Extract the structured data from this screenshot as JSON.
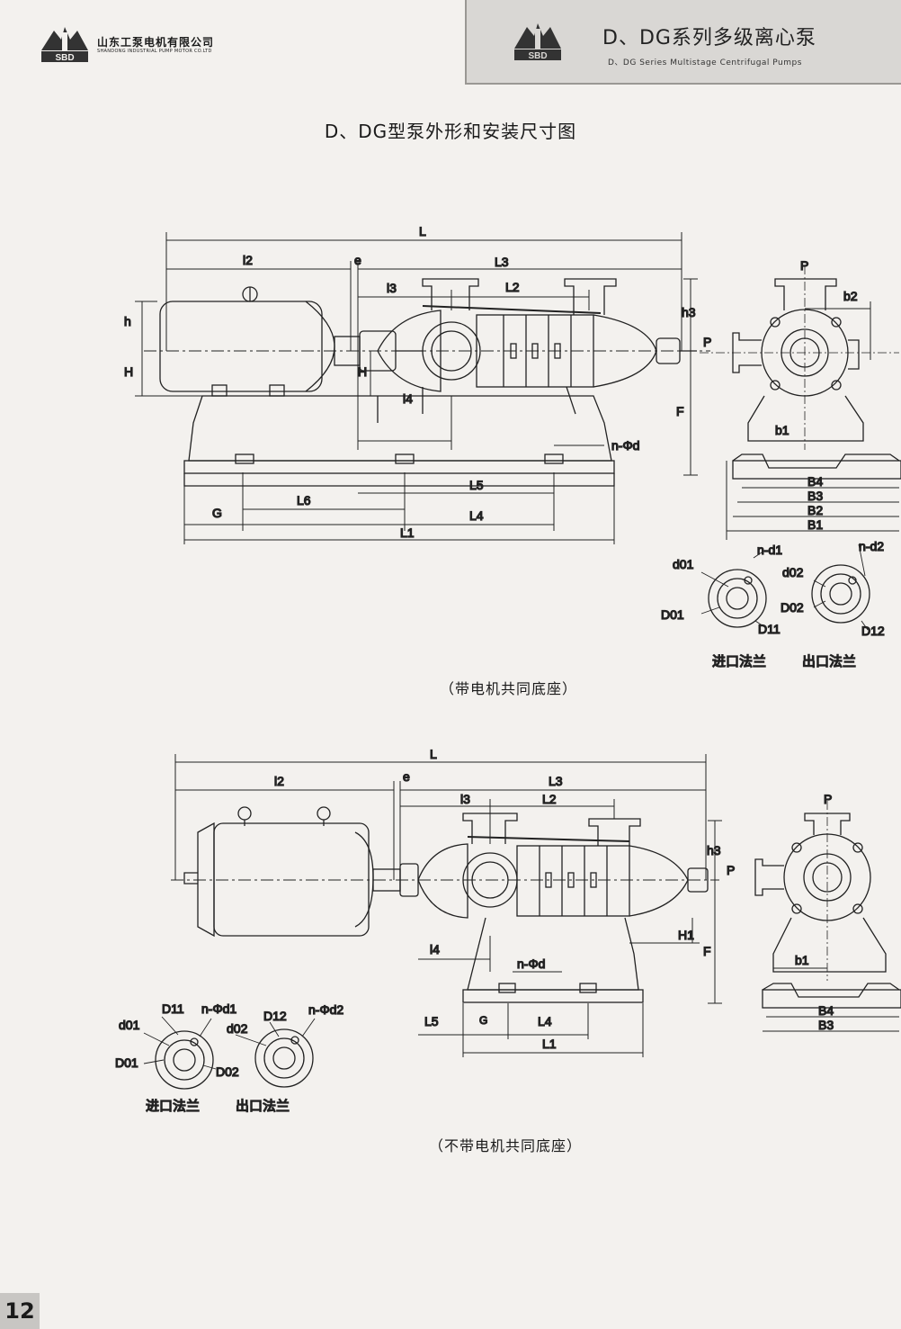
{
  "header": {
    "company_cn": "山东工泵电机有限公司",
    "company_en": "SHANDONG INDUSTRIAL PUMP MOTOR CO.LTD",
    "logo_text": "SBD",
    "series_cn": "D、DG系列多级离心泵",
    "series_en": "D、DG Series Multistage Centrifugal Pumps"
  },
  "title": "D、DG型泵外形和安装尺寸图",
  "captions": {
    "top": "（带电机共同底座）",
    "bottom": "（不带电机共同底座）"
  },
  "labels_top": {
    "L": "L",
    "l2": "l2",
    "e": "e",
    "L3": "L3",
    "l3": "l3",
    "L2": "L2",
    "h3": "h3",
    "h": "h",
    "H": "H",
    "H_pump": "H",
    "l4": "l4",
    "P_top": "P",
    "P_side": "P",
    "b2": "b2",
    "b1": "b1",
    "F": "F",
    "n_phi_d": "n-Φd",
    "L5": "L5",
    "G": "G",
    "L6": "L6",
    "L4": "L4",
    "L1": "L1",
    "B4": "B4",
    "B3": "B3",
    "B2": "B2",
    "B1": "B1",
    "n_d1": "n-d1",
    "n_d2": "n-d2",
    "d01": "d01",
    "d02": "d02",
    "D01": "D01",
    "D02": "D02",
    "D11": "D11",
    "D12": "D12",
    "flange_in": "进口法兰",
    "flange_out": "出口法兰"
  },
  "labels_bottom": {
    "L": "L",
    "l2": "l2",
    "e": "e",
    "L3": "L3",
    "l3": "l3",
    "L2": "L2",
    "h3": "h3",
    "P_side": "P",
    "P_top": "P",
    "H1": "H1",
    "F": "F",
    "l4": "l4",
    "n_phi_d": "n-Φd",
    "b1": "b1",
    "B4": "B4",
    "B3": "B3",
    "L5": "L5",
    "G": "G",
    "L4": "L4",
    "L1": "L1",
    "D11": "D11",
    "D12": "D12",
    "n_phi_d1": "n-Φd1",
    "n_phi_d2": "n-Φd2",
    "d01": "d01",
    "d02": "d02",
    "D01": "D01",
    "D02": "D02",
    "flange_in": "进口法兰",
    "flange_out": "出口法兰"
  },
  "page_number": "12"
}
